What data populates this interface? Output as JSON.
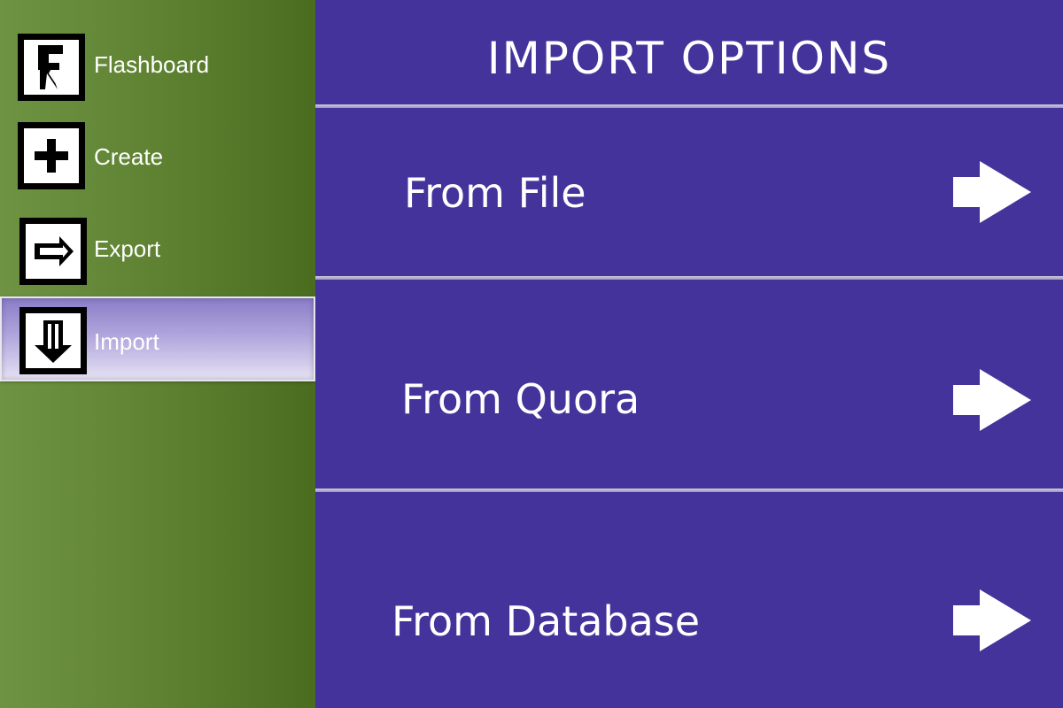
{
  "sidebar": {
    "items": [
      {
        "label": "Flashboard",
        "icon": "flashboard-logo-icon",
        "active": false
      },
      {
        "label": "Create",
        "icon": "plus-icon",
        "active": false
      },
      {
        "label": "Export",
        "icon": "export-arrow-icon",
        "active": false
      },
      {
        "label": "Import",
        "icon": "import-arrow-icon",
        "active": true
      }
    ]
  },
  "main": {
    "title": "IMPORT OPTIONS",
    "options": [
      {
        "label": "From File",
        "icon": "arrow-right-icon"
      },
      {
        "label": "From Quora",
        "icon": "arrow-right-icon"
      },
      {
        "label": "From Database",
        "icon": "arrow-right-icon"
      }
    ]
  },
  "colors": {
    "sidebar_green": "#5e8232",
    "main_purple": "#44339a",
    "active_item": "#b4aade",
    "text": "#ffffff"
  }
}
